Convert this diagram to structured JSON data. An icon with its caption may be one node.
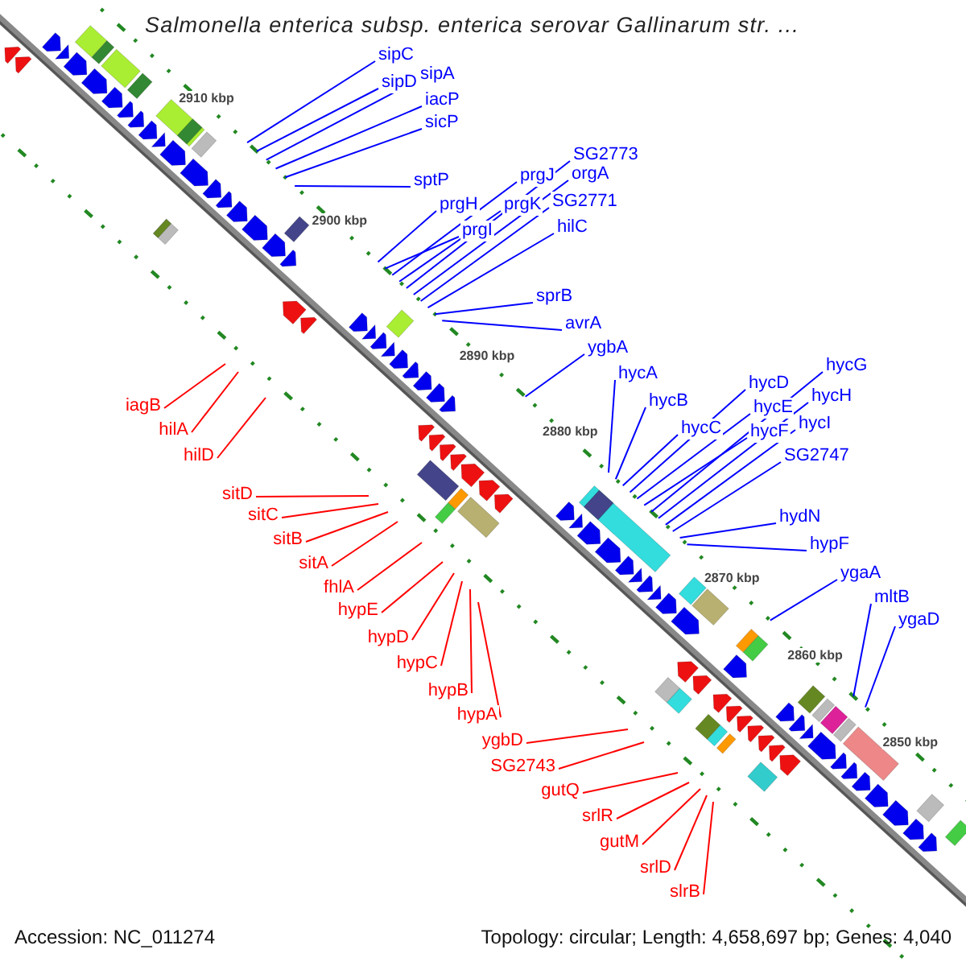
{
  "diagram": {
    "title": "Salmonella enterica subsp. enterica serovar Gallinarum str. ...",
    "nodes": [
      {
        "text": [
          "sipC"
        ]
      },
      {
        "text": [
          "sipD"
        ]
      },
      {
        "text": [
          "sipA"
        ]
      },
      {
        "text": [
          "iacP"
        ]
      },
      {
        "text": [
          "sicP"
        ]
      },
      {
        "text": [
          "sptP"
        ]
      },
      {
        "text": [
          "prgH"
        ]
      },
      {
        "text": [
          "prgI"
        ]
      },
      {
        "text": [
          "prgJ"
        ]
      },
      {
        "text": [
          "prgK"
        ]
      },
      {
        "text": [
          "SG2773"
        ]
      },
      {
        "text": [
          "orgA"
        ]
      },
      {
        "text": [
          "SG2771"
        ]
      },
      {
        "text": [
          "hilC"
        ]
      },
      {
        "text": [
          "sprB"
        ]
      },
      {
        "text": [
          "avrA"
        ]
      },
      {
        "text": [
          "ygbA"
        ]
      },
      {
        "text": [
          "hycA"
        ]
      },
      {
        "text": [
          "hycB"
        ]
      },
      {
        "text": [
          "hycC"
        ]
      },
      {
        "text": [
          "hycD"
        ]
      },
      {
        "text": [
          "hycE"
        ]
      },
      {
        "text": [
          "hycF"
        ]
      },
      {
        "text": [
          "hycG"
        ]
      },
      {
        "text": [
          "hycH"
        ]
      },
      {
        "text": [
          "hycI"
        ]
      },
      {
        "text": [
          "SG2747"
        ]
      },
      {
        "text": [
          "hydN"
        ]
      },
      {
        "text": [
          "hypF"
        ]
      },
      {
        "text": [
          "ygaA"
        ]
      },
      {
        "text": [
          "mltB"
        ]
      },
      {
        "text": [
          "ygaD"
        ]
      },
      {
        "text": [
          "iagB"
        ]
      },
      {
        "text": [
          "hilA"
        ]
      },
      {
        "text": [
          "hilD"
        ]
      },
      {
        "text": [
          "sitD"
        ]
      },
      {
        "text": [
          "sitC"
        ]
      },
      {
        "text": [
          "sitB"
        ]
      },
      {
        "text": [
          "sitA"
        ]
      },
      {
        "text": [
          "fhlA"
        ]
      },
      {
        "text": [
          "hypE"
        ]
      },
      {
        "text": [
          "hypD"
        ]
      },
      {
        "text": [
          "hypC"
        ]
      },
      {
        "text": [
          "hypB"
        ]
      },
      {
        "text": [
          "hypA"
        ]
      },
      {
        "text": [
          "ygbD"
        ]
      },
      {
        "text": [
          "SG2743"
        ]
      },
      {
        "text": [
          "gutQ"
        ]
      },
      {
        "text": [
          "srlR"
        ]
      },
      {
        "text": [
          "gutM"
        ]
      },
      {
        "text": [
          "srlD"
        ]
      },
      {
        "text": [
          "slrB"
        ]
      }
    ],
    "edges": [
      {
        "from": 0,
        "to": null,
        "arrow": "none"
      },
      {
        "from": 1,
        "to": null,
        "arrow": "none"
      },
      {
        "from": 2,
        "to": null,
        "arrow": "none"
      },
      {
        "from": 3,
        "to": null,
        "arrow": "none"
      },
      {
        "from": 4,
        "to": null,
        "arrow": "none"
      },
      {
        "from": 5,
        "to": null,
        "arrow": "none"
      },
      {
        "from": 6,
        "to": null,
        "arrow": "none"
      },
      {
        "from": 7,
        "to": null,
        "arrow": "none"
      },
      {
        "from": 8,
        "to": null,
        "arrow": "none"
      },
      {
        "from": 9,
        "to": null,
        "arrow": "none"
      },
      {
        "from": 10,
        "to": null,
        "arrow": "none"
      },
      {
        "from": 11,
        "to": null,
        "arrow": "none"
      },
      {
        "from": 12,
        "to": null,
        "arrow": "none"
      },
      {
        "from": 13,
        "to": null,
        "arrow": "none"
      },
      {
        "from": 14,
        "to": null,
        "arrow": "none"
      },
      {
        "from": 15,
        "to": null,
        "arrow": "none"
      },
      {
        "from": 16,
        "to": null,
        "arrow": "none"
      },
      {
        "from": 17,
        "to": null,
        "arrow": "none"
      },
      {
        "from": 18,
        "to": null,
        "arrow": "none"
      },
      {
        "from": 19,
        "to": null,
        "arrow": "none"
      },
      {
        "from": 20,
        "to": null,
        "arrow": "none"
      },
      {
        "from": 21,
        "to": null,
        "arrow": "none"
      },
      {
        "from": 22,
        "to": null,
        "arrow": "none"
      },
      {
        "from": 23,
        "to": null,
        "arrow": "none"
      },
      {
        "from": 24,
        "to": null,
        "arrow": "none"
      },
      {
        "from": 25,
        "to": null,
        "arrow": "none"
      },
      {
        "from": 26,
        "to": null,
        "arrow": "none"
      },
      {
        "from": 27,
        "to": null,
        "arrow": "none"
      },
      {
        "from": 28,
        "to": null,
        "arrow": "none"
      },
      {
        "from": 29,
        "to": null,
        "arrow": "none"
      },
      {
        "from": 30,
        "to": null,
        "arrow": "none"
      },
      {
        "from": 31,
        "to": null,
        "arrow": "none"
      },
      {
        "from": 32,
        "to": null,
        "arrow": "none",
        "color": "#ff0000"
      },
      {
        "from": 33,
        "to": null,
        "arrow": "none",
        "color": "#ff0000"
      },
      {
        "from": 34,
        "to": null,
        "arrow": "none",
        "color": "#ff0000"
      },
      {
        "from": 35,
        "to": null,
        "arrow": "none",
        "color": "#ff0000"
      },
      {
        "from": 36,
        "to": null,
        "arrow": "none",
        "color": "#ff0000"
      },
      {
        "from": 37,
        "to": null,
        "arrow": "none",
        "color": "#ff0000"
      },
      {
        "from": 38,
        "to": null,
        "arrow": "none",
        "color": "#ff0000"
      },
      {
        "from": 39,
        "to": null,
        "arrow": "none",
        "color": "#ff0000"
      },
      {
        "from": 40,
        "to": null,
        "arrow": "none",
        "color": "#ff0000"
      },
      {
        "from": 41,
        "to": null,
        "arrow": "none",
        "color": "#ff0000"
      },
      {
        "from": 42,
        "to": null,
        "arrow": "none",
        "color": "#ff0000"
      },
      {
        "from": 43,
        "to": null,
        "arrow": "none",
        "color": "#ff0000"
      },
      {
        "from": 44,
        "to": null,
        "arrow": "none",
        "color": "#ff0000"
      },
      {
        "from": 45,
        "to": null,
        "arrow": "none",
        "color": "#ff0000"
      },
      {
        "from": 46,
        "to": null,
        "arrow": "none",
        "color": "#ff0000"
      },
      {
        "from": 47,
        "to": null,
        "arrow": "none",
        "color": "#ff0000"
      },
      {
        "from": 48,
        "to": null,
        "arrow": "none",
        "color": "#ff0000"
      },
      {
        "from": 49,
        "to": null,
        "arrow": "none",
        "color": "#ff0000"
      },
      {
        "from": 50,
        "to": null,
        "arrow": "none",
        "color": "#ff0000"
      },
      {
        "from": 51,
        "to": null,
        "arrow": "none",
        "color": "#ff0000"
      }
    ],
    "labels": [
      "2910 kbp",
      "2900 kbp",
      "2890 kbp",
      "2880 kbp",
      "2870 kbp",
      "2860 kbp",
      "2850 kbp",
      "Accession: NC_011274",
      "Topology: circular; Length: 4,658,697 bp; Genes: 4,040"
    ]
  }
}
